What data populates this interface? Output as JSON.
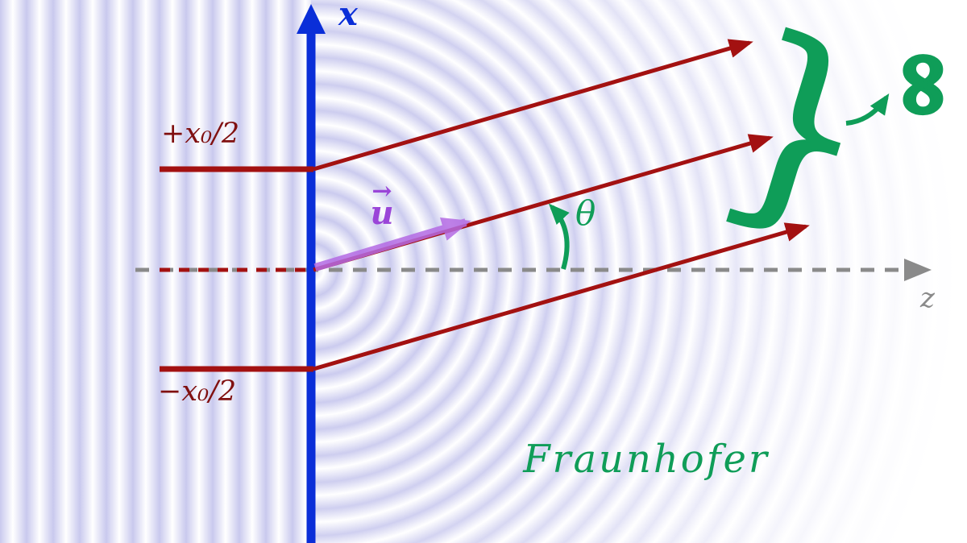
{
  "labels": {
    "x_axis": "x",
    "z_axis": "z",
    "slit_top": "+x₀/2",
    "slit_bottom": "−x₀/2",
    "u_vector": "u",
    "u_vector_arrow": "→",
    "theta": "θ",
    "infinity": "∞",
    "brace": "}",
    "regime": "Fraunhofer"
  },
  "colors": {
    "axis_blue": "#0a2ed8",
    "axis_gray": "#8a8a8a",
    "ray_red": "#a31111",
    "slit_label_red": "#801010",
    "vector_purple": "#b46be4",
    "purple_label": "#9a45d8",
    "accent_green": "#0f9d58",
    "wave_color": "#c9c9ee"
  }
}
